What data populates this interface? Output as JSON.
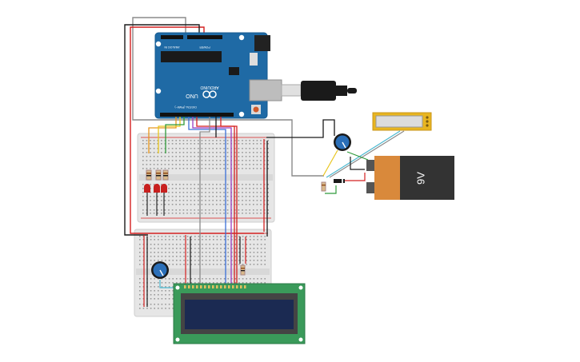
{
  "arduino": {
    "brand": "ARDUINO",
    "model": "UNO",
    "digital_label": "DIGITAL (PWM~)",
    "power_label": "POWER",
    "analog_label": "ANALOG IN",
    "board_color": "#1f6aa5"
  },
  "battery": {
    "label": "9V",
    "body_color": "#333333",
    "band_color": "#d9893b"
  },
  "lcd": {
    "board_color": "#3a9a5a",
    "screen_color": "#1b2a52"
  },
  "leds": {
    "color": "#c8201f",
    "count": 3
  },
  "wires": {
    "red": "#d42020",
    "black": "#1a1a1a",
    "gray": "#8a8a8a",
    "orange": "#e8961d",
    "yellow": "#e8c51d",
    "green": "#2f9a3a",
    "blue": "#3a6fd8",
    "purple": "#9b3fc2",
    "cyan": "#4ab8d0"
  },
  "potentiometer_color": "#2b6fb8",
  "display_module_color": "#e8b520"
}
